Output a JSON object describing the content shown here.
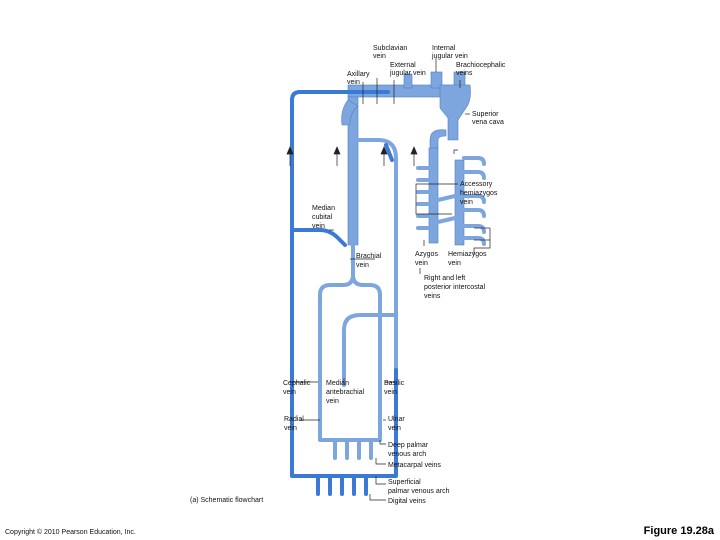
{
  "labels": {
    "subclavian": [
      "Subclavian",
      "vein"
    ],
    "internal_jugular": [
      "Internal",
      "jugular vein"
    ],
    "external_jugular": [
      "External",
      "jugular vein"
    ],
    "brachiocephalic": [
      "Brachiocephalic",
      "veins"
    ],
    "axillary": [
      "Axillary",
      "vein"
    ],
    "superior_vena_cava": [
      "Superior",
      "vena cava"
    ],
    "accessory_hemiazygos": [
      "Accessory",
      "hemiazygos",
      "vein"
    ],
    "median_cubital": [
      "Median",
      "cubital",
      "vein"
    ],
    "brachial": [
      "Brachial",
      "vein"
    ],
    "azygos": [
      "Azygos",
      "vein"
    ],
    "hemiazygos": [
      "Hemiazygos",
      "vein"
    ],
    "posterior_intercostal": [
      "Right and left",
      "posterior intercostal",
      "veins"
    ],
    "cephalic": [
      "Cephalic",
      "vein"
    ],
    "median_antebrachial": [
      "Median",
      "antebrachial",
      "vein"
    ],
    "basilic": [
      "Basilic",
      "vein"
    ],
    "radial": [
      "Radial",
      "vein"
    ],
    "ulnar": [
      "Ulnar",
      "vein"
    ],
    "deep_palmar": [
      "Deep palmar",
      "venous arch"
    ],
    "metacarpal": [
      "Metacarpal veins"
    ],
    "superficial_palmar": [
      "Superficial",
      "palmar venous arch"
    ],
    "digital": [
      "Digital veins"
    ]
  },
  "caption": "(a)  Schematic flowchart",
  "copyright": "Copyright © 2010 Pearson Education, Inc.",
  "figure_title": "Figure 19.28a",
  "colors": {
    "deep_vein": "#7ea6de",
    "superficial_vein": "#3b79d6"
  }
}
